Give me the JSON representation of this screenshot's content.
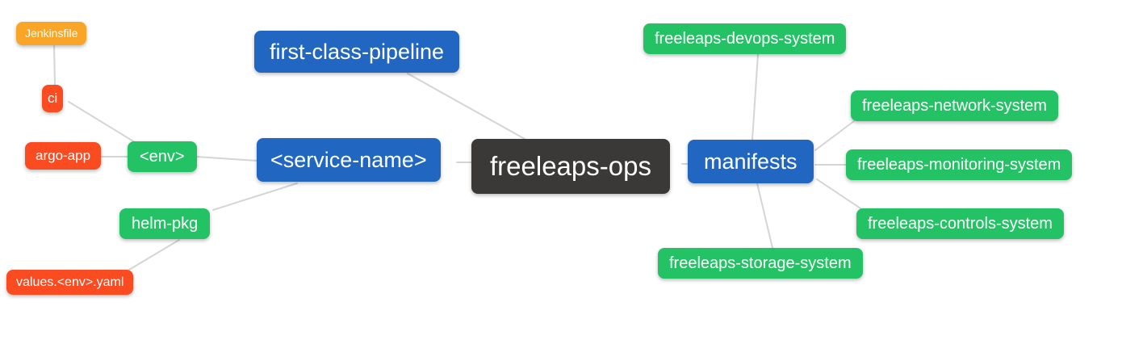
{
  "palette": {
    "root_bg": "#3b3838",
    "level1_bg": "#2166c1",
    "level2_bg": "#23c264",
    "level3_bg": "#fa4b21",
    "level4_bg": "#f8a528",
    "edge_color": "#d5d5d5",
    "text_color": "#ffffff",
    "canvas_bg": "#ffffff"
  },
  "diagram": {
    "type": "mindmap",
    "root_label": "freeleaps-ops",
    "nodes": [
      {
        "id": "freeleaps-ops",
        "label": "freeleaps-ops",
        "level": 0,
        "parent": null
      },
      {
        "id": "first-class-pipeline",
        "label": "first-class-pipeline",
        "level": 1,
        "parent": "freeleaps-ops"
      },
      {
        "id": "service-name",
        "label": "<service-name>",
        "level": 1,
        "parent": "freeleaps-ops"
      },
      {
        "id": "manifests",
        "label": "manifests",
        "level": 1,
        "parent": "freeleaps-ops"
      },
      {
        "id": "env",
        "label": "<env>",
        "level": 2,
        "parent": "service-name"
      },
      {
        "id": "helm-pkg",
        "label": "helm-pkg",
        "level": 2,
        "parent": "service-name"
      },
      {
        "id": "ci",
        "label": "ci",
        "level": 3,
        "parent": "env"
      },
      {
        "id": "argo-app",
        "label": "argo-app",
        "level": 3,
        "parent": "env"
      },
      {
        "id": "jenkinsfile",
        "label": "Jenkinsfile",
        "level": 4,
        "parent": "ci"
      },
      {
        "id": "values-env-yaml",
        "label": "values.<env>.yaml",
        "level": 3,
        "parent": "helm-pkg"
      },
      {
        "id": "freeleaps-devops-system",
        "label": "freeleaps-devops-system",
        "level": 2,
        "parent": "manifests"
      },
      {
        "id": "freeleaps-network-system",
        "label": "freeleaps-network-system",
        "level": 2,
        "parent": "manifests"
      },
      {
        "id": "freeleaps-monitoring-system",
        "label": "freeleaps-monitoring-system",
        "level": 2,
        "parent": "manifests"
      },
      {
        "id": "freeleaps-controls-system",
        "label": "freeleaps-controls-system",
        "level": 2,
        "parent": "manifests"
      },
      {
        "id": "freeleaps-storage-system",
        "label": "freeleaps-storage-system",
        "level": 2,
        "parent": "manifests"
      }
    ]
  }
}
